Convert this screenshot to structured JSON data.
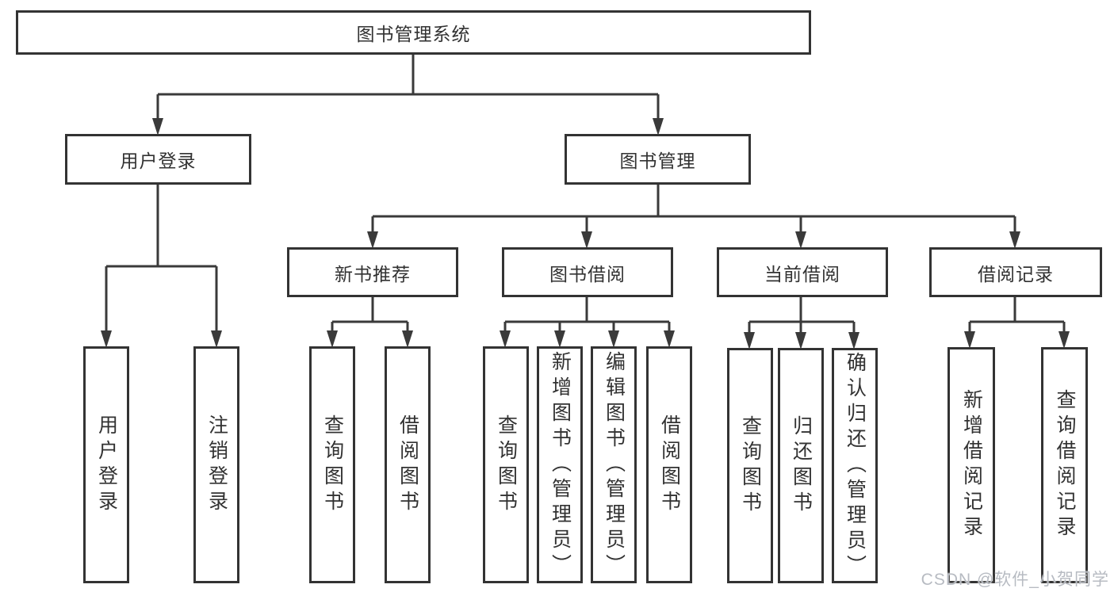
{
  "diagram": {
    "root": {
      "label": "图书管理系统"
    },
    "branches": {
      "user_login": {
        "label": "用户登录"
      },
      "book_management": {
        "label": "图书管理"
      }
    },
    "modules": {
      "new_book_recommend": {
        "label": "新书推荐"
      },
      "book_borrow": {
        "label": "图书借阅"
      },
      "current_borrow": {
        "label": "当前借阅"
      },
      "borrow_record": {
        "label": "借阅记录"
      }
    },
    "leaves": {
      "user_login": [
        "用户登录",
        "注销登录"
      ],
      "new_book_recommend": [
        "查询图书",
        "借阅图书"
      ],
      "book_borrow": [
        "查询图书",
        "新增图书（管理员）",
        "编辑图书（管理员）",
        "借阅图书"
      ],
      "current_borrow": [
        "查询图书",
        "归还图书",
        "确认归还（管理员）"
      ],
      "borrow_record": [
        "新增借阅记录",
        "查询借阅记录"
      ]
    }
  },
  "watermark": {
    "text": "CSDN @软件_小贺同学"
  },
  "colors": {
    "line": "#3a3a3a",
    "box_border": "#333333",
    "text": "#323232",
    "watermark": "#b7bbc2",
    "background": "#ffffff"
  }
}
